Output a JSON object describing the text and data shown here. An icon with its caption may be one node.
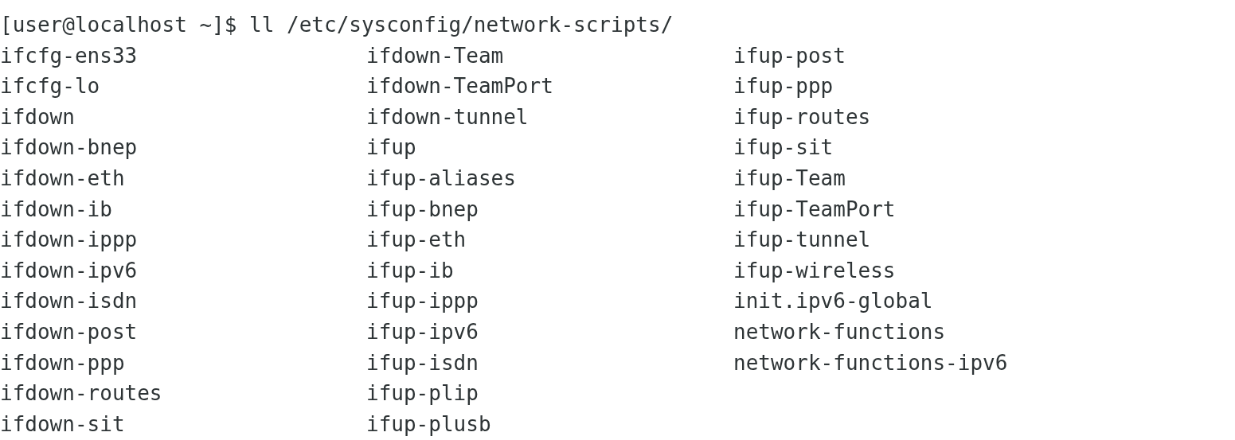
{
  "diagram": {
    "labels": [
      "[user@localhost ~]$ ll /etc/sysconfig/network-scripts/",
      "ifcfg-ens33",
      "ifdown-Team",
      "ifup-post",
      "ifcfg-lo",
      "ifdown-TeamPort",
      "ifup-ppp",
      "ifdown",
      "ifdown-tunnel",
      "ifup-routes",
      "ifdown-bnep",
      "ifup",
      "ifup-sit",
      "ifdown-eth",
      "ifup-aliases",
      "ifup-Team",
      "ifdown-ib",
      "ifup-bnep",
      "ifup-TeamPort",
      "ifdown-ippp",
      "ifup-eth",
      "ifup-tunnel",
      "ifdown-ipv6",
      "ifup-ib",
      "ifup-wireless",
      "ifdown-isdn",
      "ifup-ippp",
      "init.ipv6-global",
      "ifdown-post",
      "ifup-ipv6",
      "network-functions",
      "ifdown-ppp",
      "ifup-isdn",
      "network-functions-ipv6",
      "ifdown-routes",
      "ifup-plip",
      "ifdown-sit",
      "ifup-plusb"
    ]
  }
}
